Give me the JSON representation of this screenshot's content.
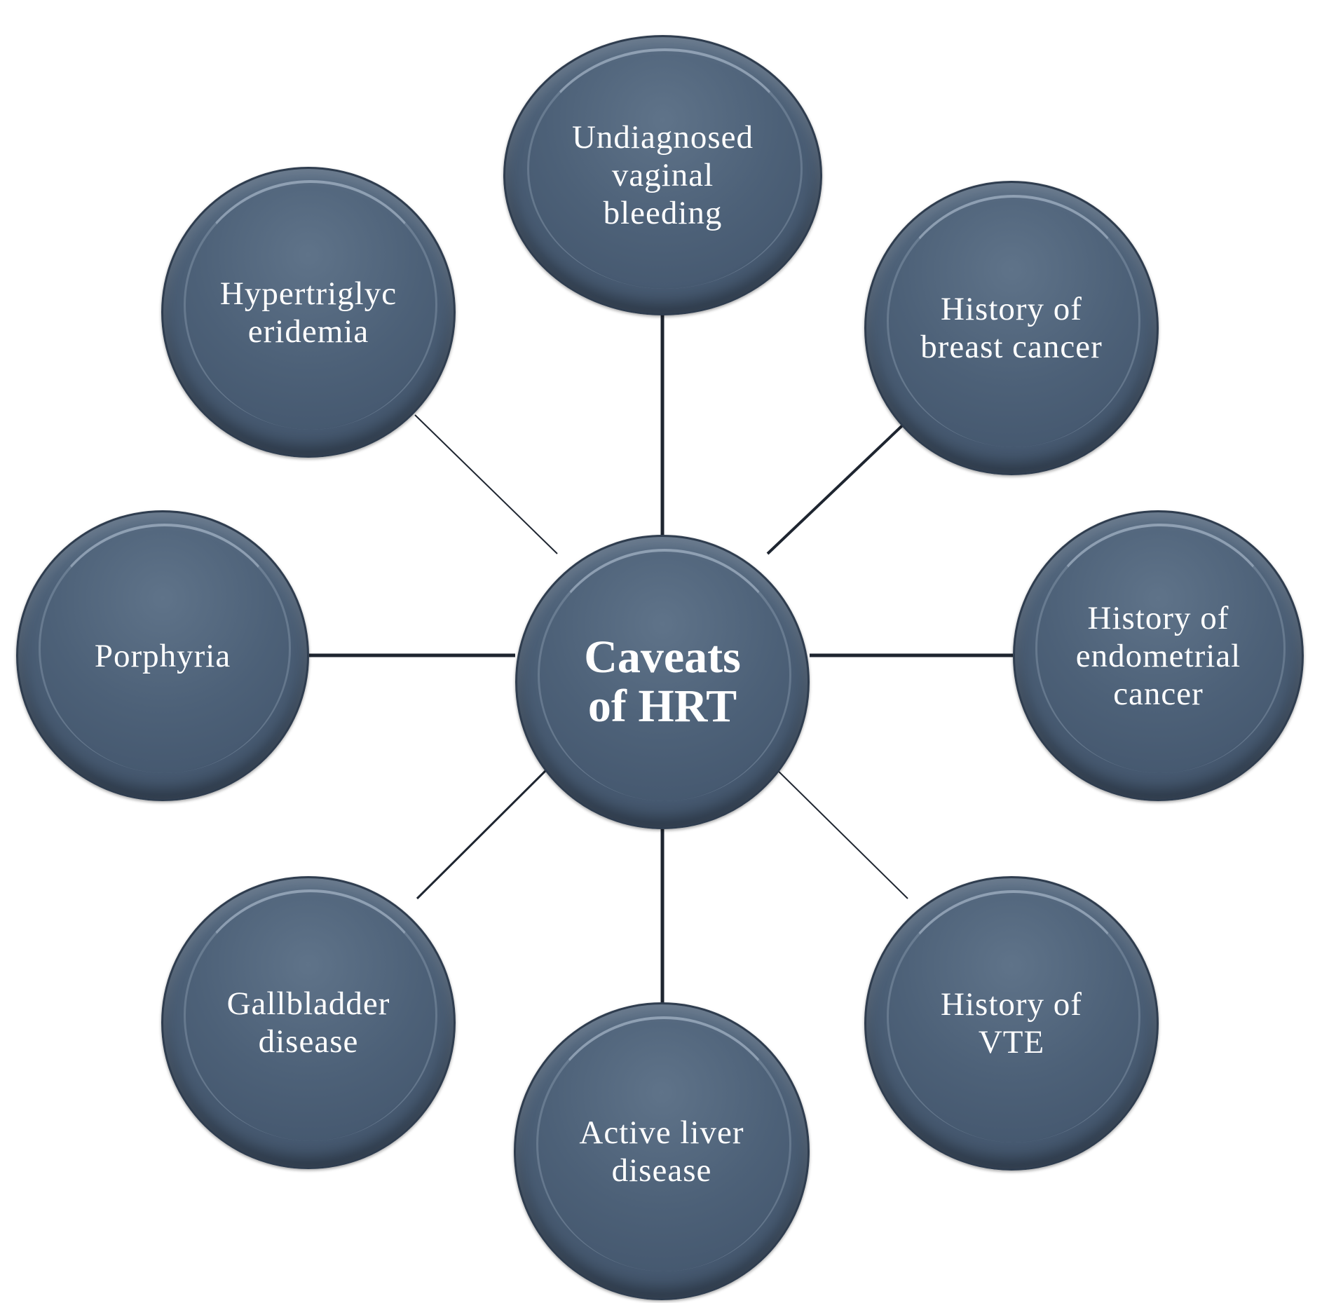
{
  "diagram": {
    "center": {
      "label": "Caveats\nof HRT"
    },
    "nodes": {
      "top": {
        "label": "Undiagnosed\nvaginal\nbleeding"
      },
      "top_right": {
        "label": "History of\nbreast cancer"
      },
      "right": {
        "label": "History of\nendometrial\ncancer"
      },
      "bottom_right": {
        "label": "History of\nVTE"
      },
      "bottom": {
        "label": "Active liver\ndisease"
      },
      "bottom_left": {
        "label": "Gallbladder\ndisease"
      },
      "left": {
        "label": "Porphyria"
      },
      "top_left": {
        "label": "Hypertriglyc\neridemia"
      }
    },
    "colors": {
      "node_fill": "#4d6178",
      "node_border": "#2f3d4f",
      "connector": "#1e2530",
      "text": "#ffffff"
    }
  }
}
